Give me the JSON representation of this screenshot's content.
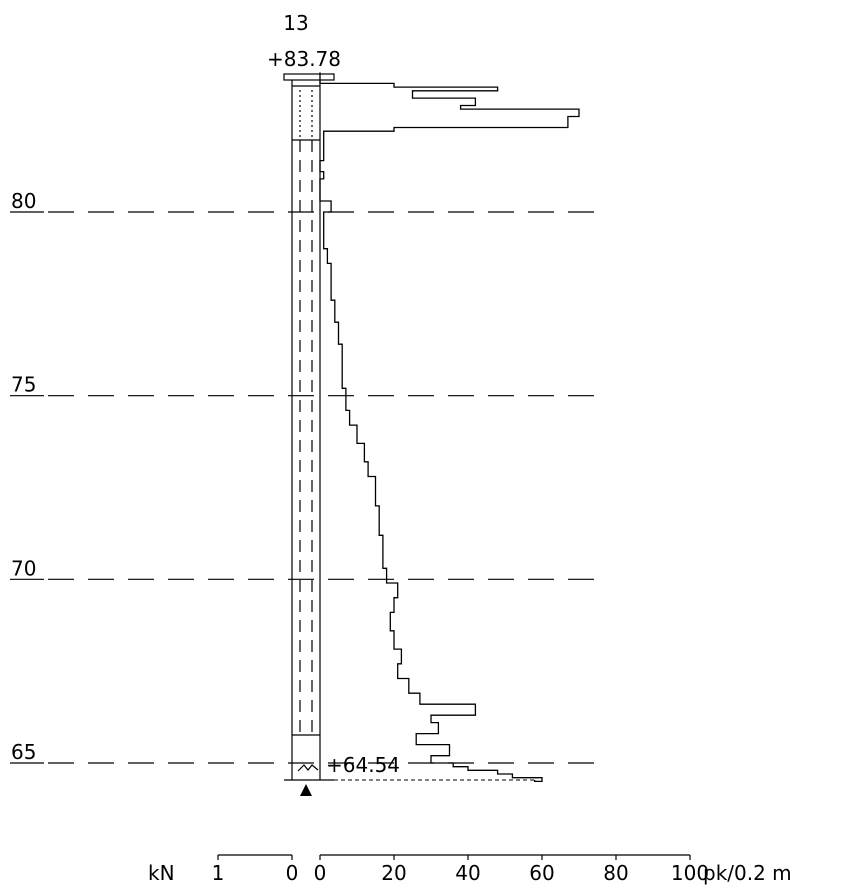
{
  "header": {
    "point_id": "13",
    "top_level": "+83.78"
  },
  "bottom_level": "+64.54",
  "levels": [
    {
      "label": "80",
      "value": 80
    },
    {
      "label": "75",
      "value": 75
    },
    {
      "label": "70",
      "value": 70
    },
    {
      "label": "65",
      "value": 65
    }
  ],
  "scales": {
    "force_unit": "kN",
    "force_ticks": [
      "1",
      "0"
    ],
    "blow_ticks": [
      "0",
      "20",
      "40",
      "60",
      "80",
      "100"
    ],
    "blow_unit": "pk/0.2 m"
  },
  "chart_data": {
    "type": "line",
    "title": "",
    "xlabel": "pk/0.2 m",
    "ylabel": "",
    "xlim": [
      0,
      100
    ],
    "ylim": [
      64.2,
      84.2
    ],
    "top_level": 83.78,
    "bottom_level": 64.54,
    "blows_profile": [
      [
        83.8,
        0
      ],
      [
        83.5,
        20
      ],
      [
        83.4,
        48
      ],
      [
        83.3,
        25
      ],
      [
        83.1,
        42
      ],
      [
        82.9,
        38
      ],
      [
        82.8,
        70
      ],
      [
        82.6,
        67
      ],
      [
        82.3,
        20
      ],
      [
        82.2,
        1
      ],
      [
        81.8,
        1
      ],
      [
        81.6,
        1
      ],
      [
        81.4,
        0
      ],
      [
        81.1,
        1
      ],
      [
        80.9,
        0
      ],
      [
        80.6,
        0
      ],
      [
        80.3,
        3
      ],
      [
        80.0,
        1
      ],
      [
        79.8,
        1
      ],
      [
        79.0,
        2
      ],
      [
        78.6,
        3
      ],
      [
        78.0,
        3
      ],
      [
        77.6,
        4
      ],
      [
        77.0,
        5
      ],
      [
        76.4,
        6
      ],
      [
        75.6,
        6
      ],
      [
        75.2,
        7
      ],
      [
        75.0,
        7
      ],
      [
        74.6,
        8
      ],
      [
        74.2,
        10
      ],
      [
        73.7,
        12
      ],
      [
        73.2,
        13
      ],
      [
        72.8,
        15
      ],
      [
        72.4,
        15
      ],
      [
        72.0,
        16
      ],
      [
        71.6,
        16
      ],
      [
        71.2,
        17
      ],
      [
        70.7,
        17
      ],
      [
        70.3,
        18
      ],
      [
        69.9,
        21
      ],
      [
        69.5,
        20
      ],
      [
        69.1,
        19
      ],
      [
        68.6,
        20
      ],
      [
        68.1,
        22
      ],
      [
        67.7,
        21
      ],
      [
        67.3,
        24
      ],
      [
        66.9,
        27
      ],
      [
        66.6,
        42
      ],
      [
        66.3,
        30
      ],
      [
        66.1,
        32
      ],
      [
        65.8,
        26
      ],
      [
        65.5,
        35
      ],
      [
        65.2,
        30
      ],
      [
        65.0,
        36
      ],
      [
        64.9,
        40
      ],
      [
        64.8,
        48
      ],
      [
        64.7,
        52
      ],
      [
        64.6,
        60
      ],
      [
        64.5,
        58
      ]
    ]
  }
}
